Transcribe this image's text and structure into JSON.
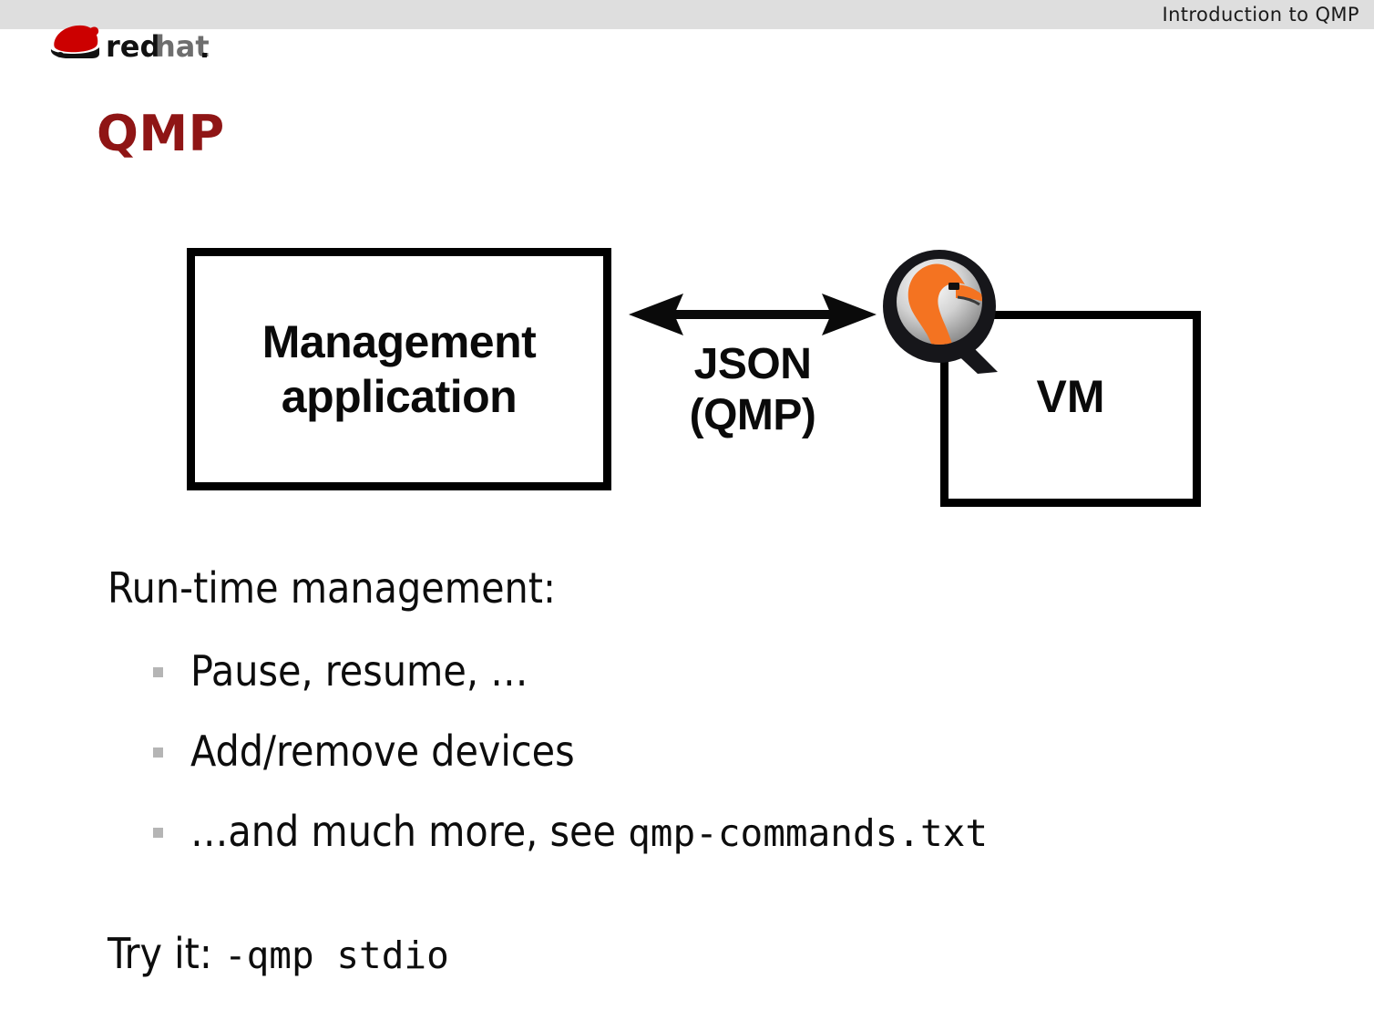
{
  "header": {
    "title": "Introduction to QMP",
    "logo_alt": "redhat",
    "logo_word_bold": "red",
    "logo_word_light": "hat",
    "band_color": "#dedede"
  },
  "slide": {
    "title": "QMP",
    "title_color": "#8f1515",
    "background": "#ffffff"
  },
  "diagram": {
    "management_box": {
      "line1": "Management",
      "line2": "application"
    },
    "connector": {
      "icon": "double-headed-arrow",
      "label_line1": "JSON",
      "label_line2": "(QMP)"
    },
    "qemu_logo": {
      "alt": "QEMU logo",
      "body_color": "#1a1a1a",
      "bird_color": "#f47321",
      "disc_color": "#c9c9c9"
    },
    "vm_box": {
      "label": "VM"
    }
  },
  "content": {
    "lead": "Run-time management:",
    "bullets": [
      {
        "text": "Pause, resume, …",
        "mono": ""
      },
      {
        "text": "Add/remove devices",
        "mono": ""
      },
      {
        "text": "…and much more, see ",
        "mono": "qmp-commands.txt"
      }
    ],
    "bullet_marker_color": "#b5b5b5",
    "try_it_label": "Try it: ",
    "try_it_command": "-qmp stdio"
  }
}
